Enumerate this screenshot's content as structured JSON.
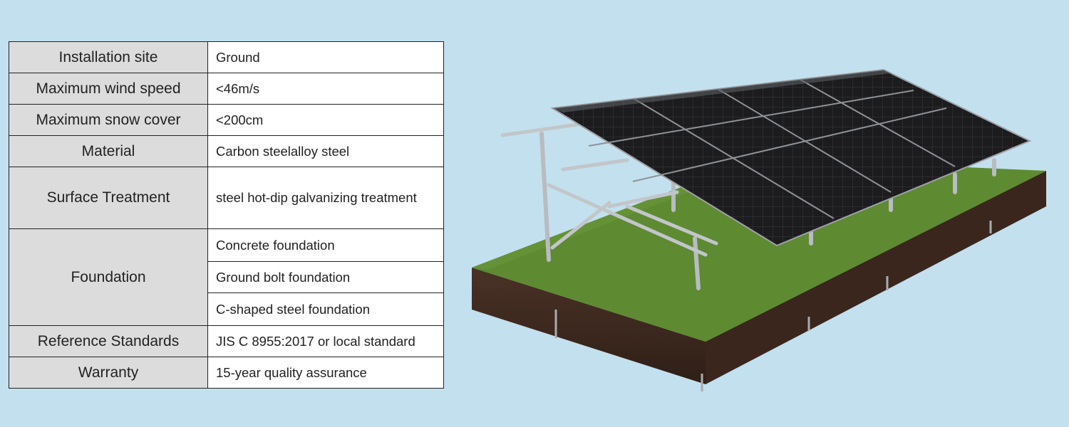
{
  "specs": {
    "installation_site": {
      "label": "Installation site",
      "value": "Ground"
    },
    "wind": {
      "label": "Maximum wind speed",
      "value": "<46m/s"
    },
    "snow": {
      "label": "Maximum snow cover",
      "value": "<200cm"
    },
    "material": {
      "label": "Material",
      "value": "Carbon steelalloy steel"
    },
    "surface": {
      "label": "Surface Treatment",
      "value": "steel hot-dip galvanizing treatment"
    },
    "foundation": {
      "label": "Foundation",
      "values": [
        "Concrete foundation",
        "Ground bolt foundation",
        "C-shaped steel foundation"
      ]
    },
    "standards": {
      "label": "Reference Standards",
      "value": "JIS C 8955:2017 or local standard"
    },
    "warranty": {
      "label": "Warranty",
      "value": "15-year quality assurance"
    }
  },
  "illustration": {
    "subject": "ground-mounted-solar-array",
    "colors": {
      "grass": "#5e8a32",
      "soil": "#3e2a1f",
      "panel": "#1c1c1e",
      "frame": "#b8bcc0"
    }
  }
}
